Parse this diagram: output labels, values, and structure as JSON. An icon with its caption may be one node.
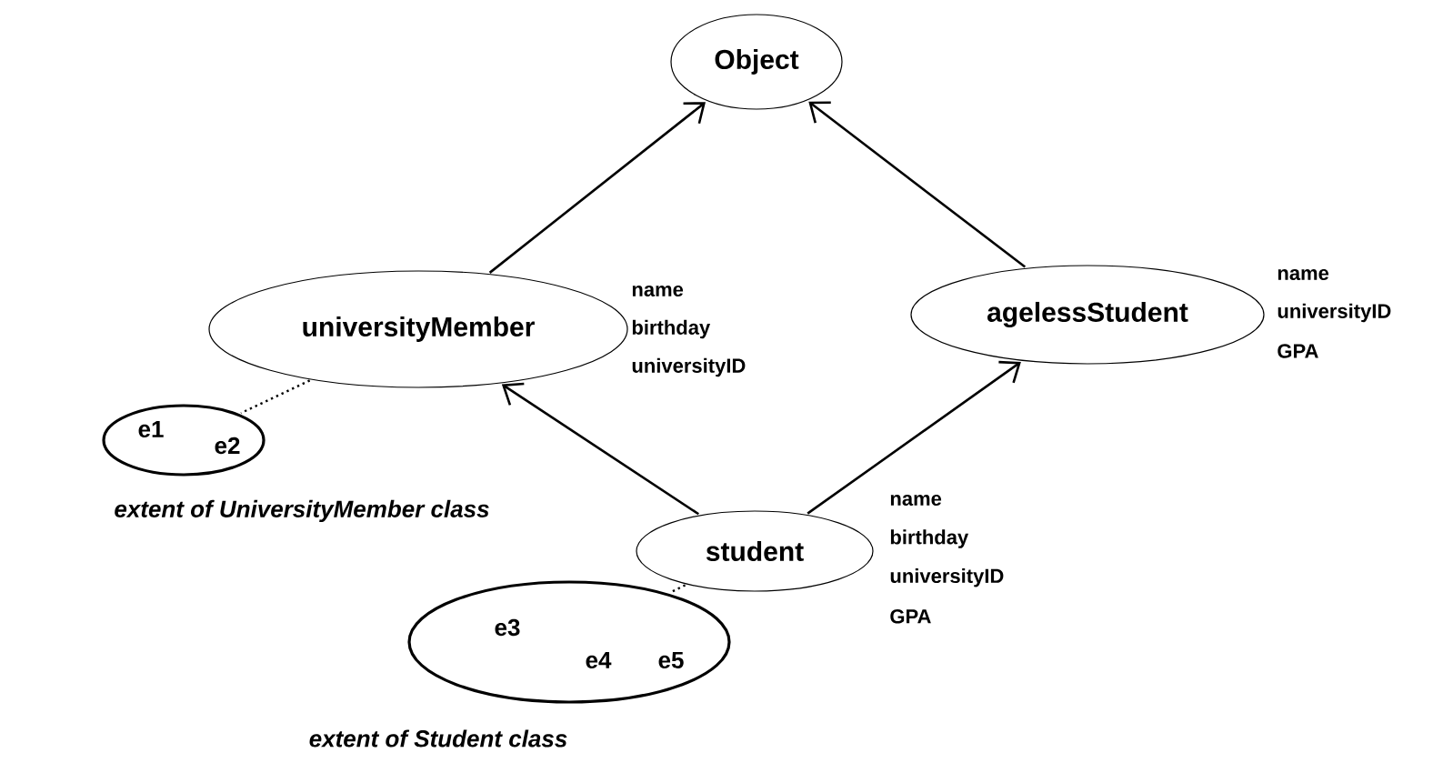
{
  "diagram": {
    "nodes": [
      {
        "text": [
          "Object"
        ]
      },
      {
        "text": [
          "universityMember"
        ],
        "beside": [
          "name",
          "birthday",
          "universityID"
        ]
      },
      {
        "text": [
          "agelessStudent"
        ],
        "beside": [
          "name",
          "universityID",
          "GPA"
        ]
      },
      {
        "text": [
          "student"
        ],
        "beside": [
          "name",
          "birthday",
          "universityID",
          "GPA"
        ]
      },
      {
        "text": [
          "e1",
          "e2"
        ],
        "beside": [
          "extent of UniversityMember class"
        ]
      },
      {
        "text": [
          "e3",
          "e4",
          "e5"
        ],
        "beside": [
          "extent of Student class"
        ]
      }
    ],
    "edges": [
      {
        "from": 1,
        "to": 0,
        "arrow": "to"
      },
      {
        "from": 2,
        "to": 0,
        "arrow": "to"
      },
      {
        "from": 3,
        "to": 1,
        "arrow": "to"
      },
      {
        "from": 3,
        "to": 2,
        "arrow": "to"
      },
      {
        "from": 1,
        "to": 4,
        "arrow": "none",
        "style": "dashed"
      },
      {
        "from": 3,
        "to": 5,
        "arrow": "none",
        "style": "dashed"
      }
    ]
  }
}
